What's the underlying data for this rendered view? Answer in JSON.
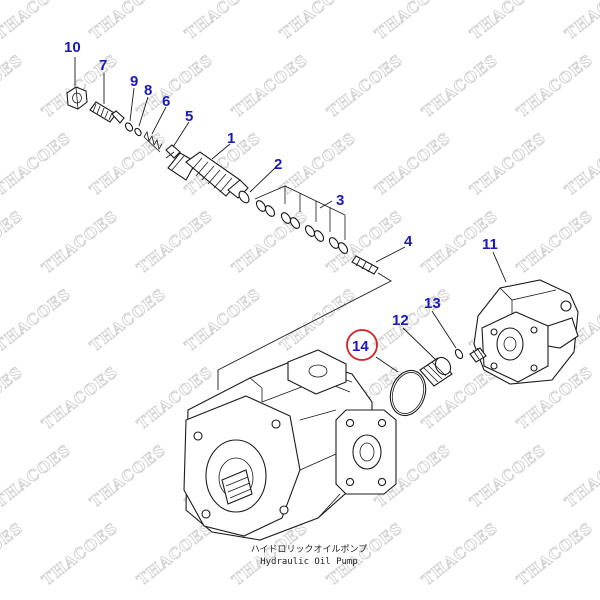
{
  "diagram": {
    "caption_jp": "ハイドロリックオイルポンプ",
    "caption_en": "Hydraulic Oil Pump",
    "watermark": "THACOES",
    "callout_color": "#1a1ab8",
    "highlight_color": "#d42020",
    "highlighted_part": "14",
    "callouts": [
      {
        "id": "1",
        "label": "1"
      },
      {
        "id": "2",
        "label": "2"
      },
      {
        "id": "3",
        "label": "3"
      },
      {
        "id": "4",
        "label": "4"
      },
      {
        "id": "5",
        "label": "5"
      },
      {
        "id": "6",
        "label": "6"
      },
      {
        "id": "7",
        "label": "7"
      },
      {
        "id": "8",
        "label": "8"
      },
      {
        "id": "9",
        "label": "9"
      },
      {
        "id": "10",
        "label": "10"
      },
      {
        "id": "11",
        "label": "11"
      },
      {
        "id": "12",
        "label": "12"
      },
      {
        "id": "13",
        "label": "13"
      },
      {
        "id": "14",
        "label": "14"
      }
    ]
  }
}
